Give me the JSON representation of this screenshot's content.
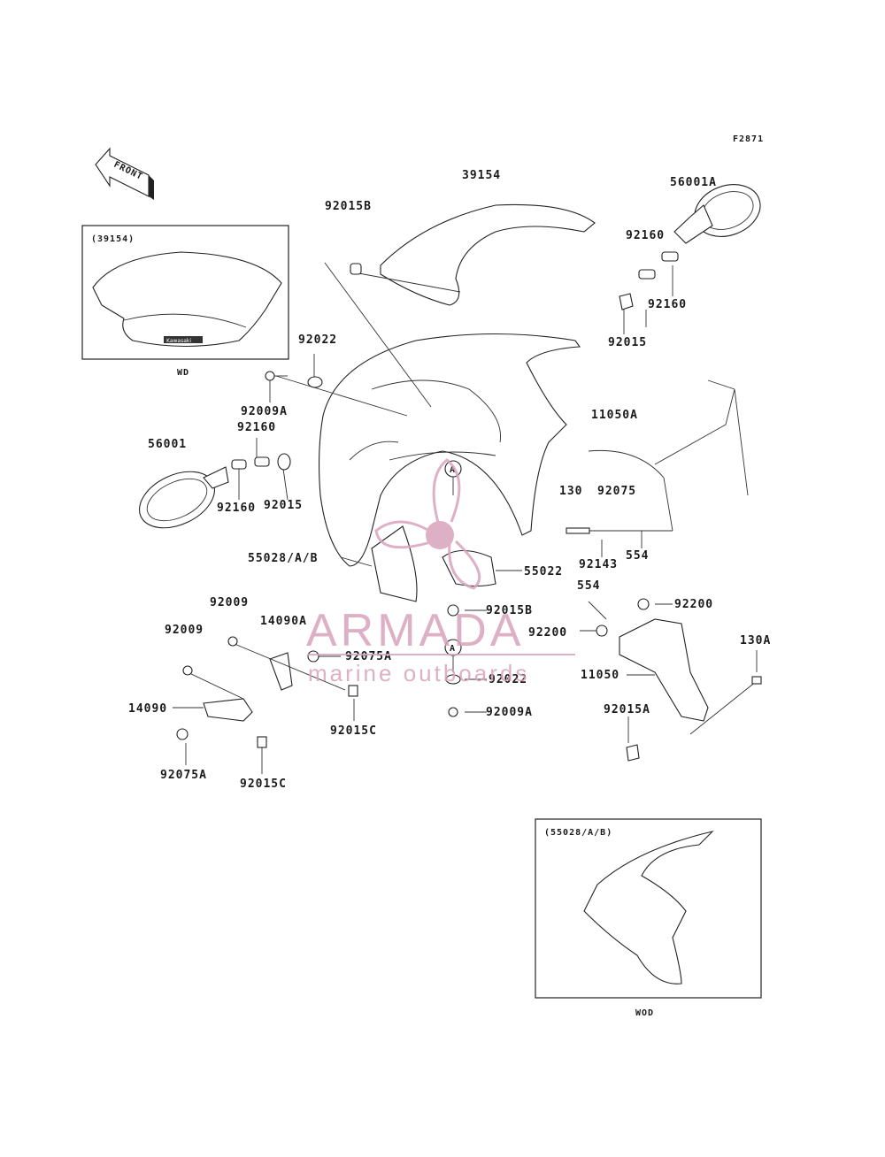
{
  "figure_code": "F2871",
  "front_arrow_label": "FRONT",
  "insets": {
    "windshield": {
      "title": "(39154)",
      "caption": "WD",
      "brand": "Kawasaki"
    },
    "cowl": {
      "title": "(55028/A/B)",
      "caption": "WOD"
    }
  },
  "callout_marker": "A",
  "watermark": {
    "brand": "ARMADA",
    "tagline": "marine outboards",
    "color": "#d9a3bd"
  },
  "labels": [
    "39154",
    "56001A",
    "92015B",
    "92160",
    "92160",
    "92015",
    "92022",
    "92009A",
    "92160",
    "56001",
    "92160",
    "92015",
    "11050A",
    "130",
    "92075",
    "92143",
    "554",
    "55028/A/B",
    "55022",
    "554",
    "92015B",
    "92200",
    "92200",
    "92009",
    "14090A",
    "92009",
    "92075A",
    "92022",
    "11050",
    "130A",
    "14090",
    "92009A",
    "92015C",
    "92015A",
    "92075A",
    "92015C"
  ]
}
